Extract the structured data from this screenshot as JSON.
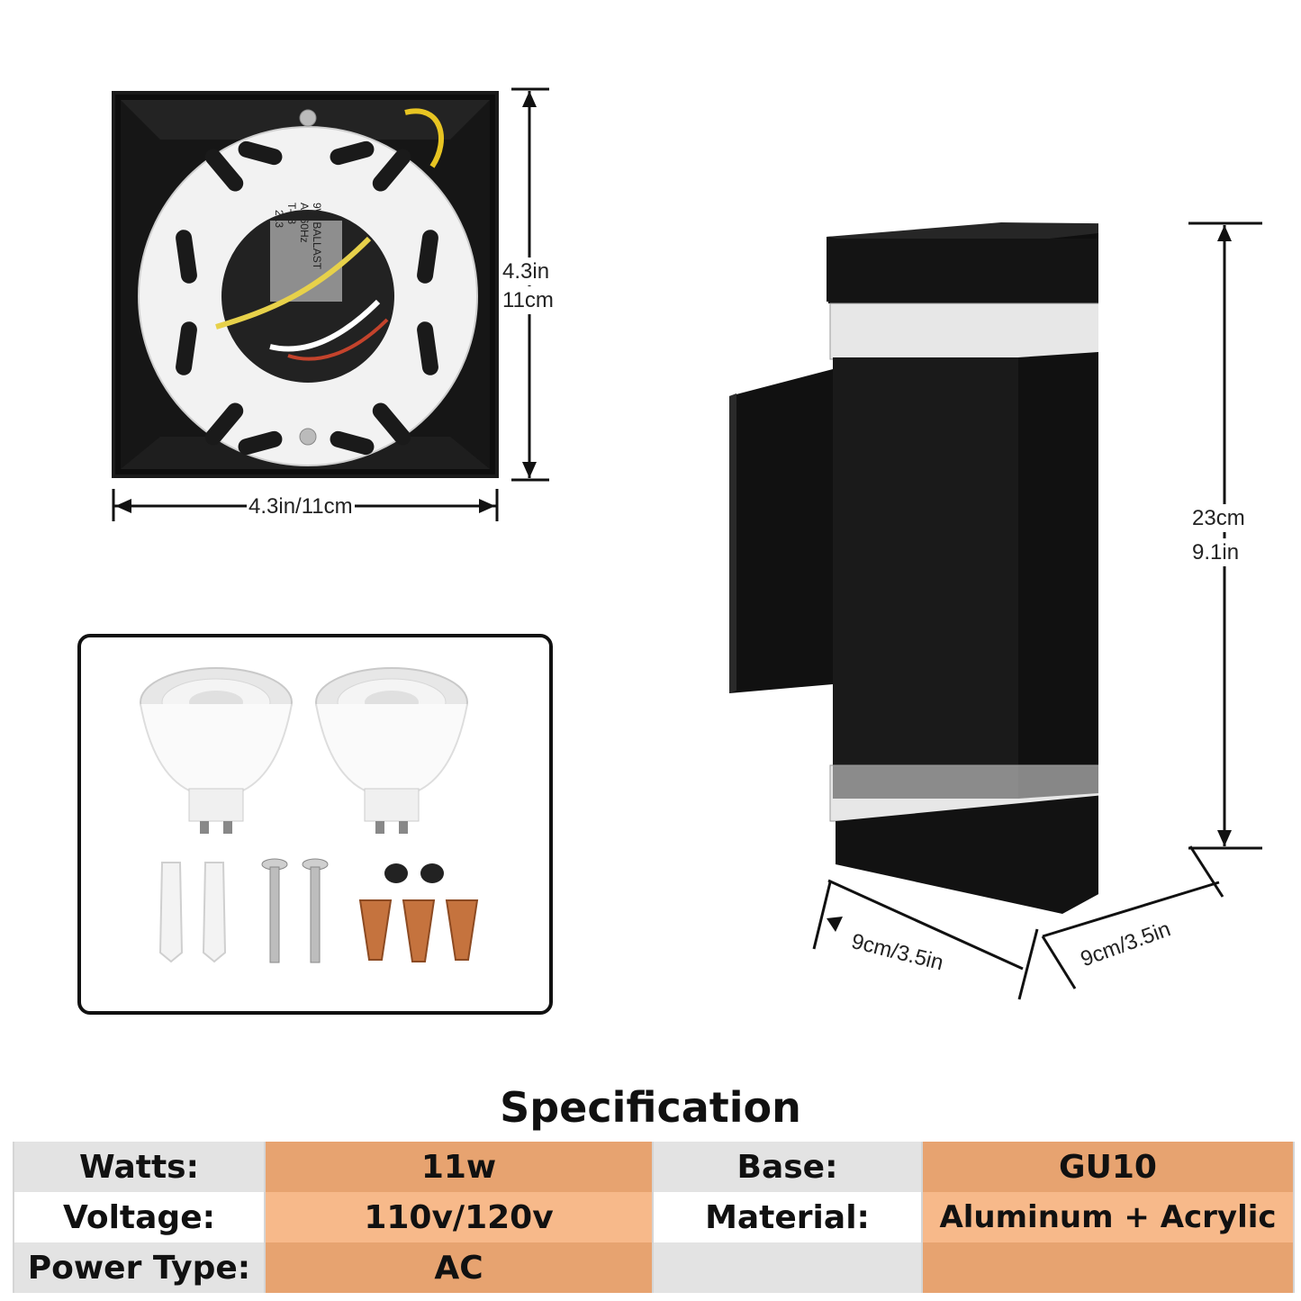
{
  "dimensions": {
    "mount_height_in": "4.3in",
    "mount_height_cm": "11cm",
    "mount_width": "4.3in/11cm",
    "lamp_height_cm": "23cm",
    "lamp_height_in": "9.1in",
    "lamp_width": "9cm/3.5in",
    "lamp_depth": "9cm/3.5in"
  },
  "mount_plate_print": {
    "line1": "213",
    "line2": "T-08",
    "line3": "AC60Hz",
    "line4": "9W BALLAST"
  },
  "spec": {
    "title": "Specification",
    "rows": [
      {
        "label1": "Watts:",
        "value1": "11w",
        "label2": "Base:",
        "value2": "GU10"
      },
      {
        "label1": "Voltage:",
        "value1": "110v/120v",
        "label2": "Material:",
        "value2": "Aluminum + Acrylic"
      },
      {
        "label1": "Power Type:",
        "value1": "AC",
        "label2": "",
        "value2": ""
      }
    ]
  },
  "colors": {
    "fixture": "#151515",
    "value_cell": "#e7a370",
    "value_cell_alt": "#f7b98a",
    "label_cell": "#e3e3e3",
    "wire_nut": "#c5733e"
  }
}
